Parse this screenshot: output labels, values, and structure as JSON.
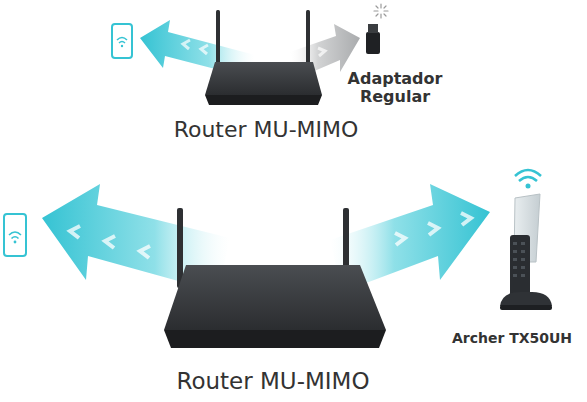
{
  "diagram": {
    "labels": [
      "Adaptador Regular",
      "Router MU-MIMO",
      "Archer TX50UH",
      "Router MU-MIMO"
    ]
  }
}
